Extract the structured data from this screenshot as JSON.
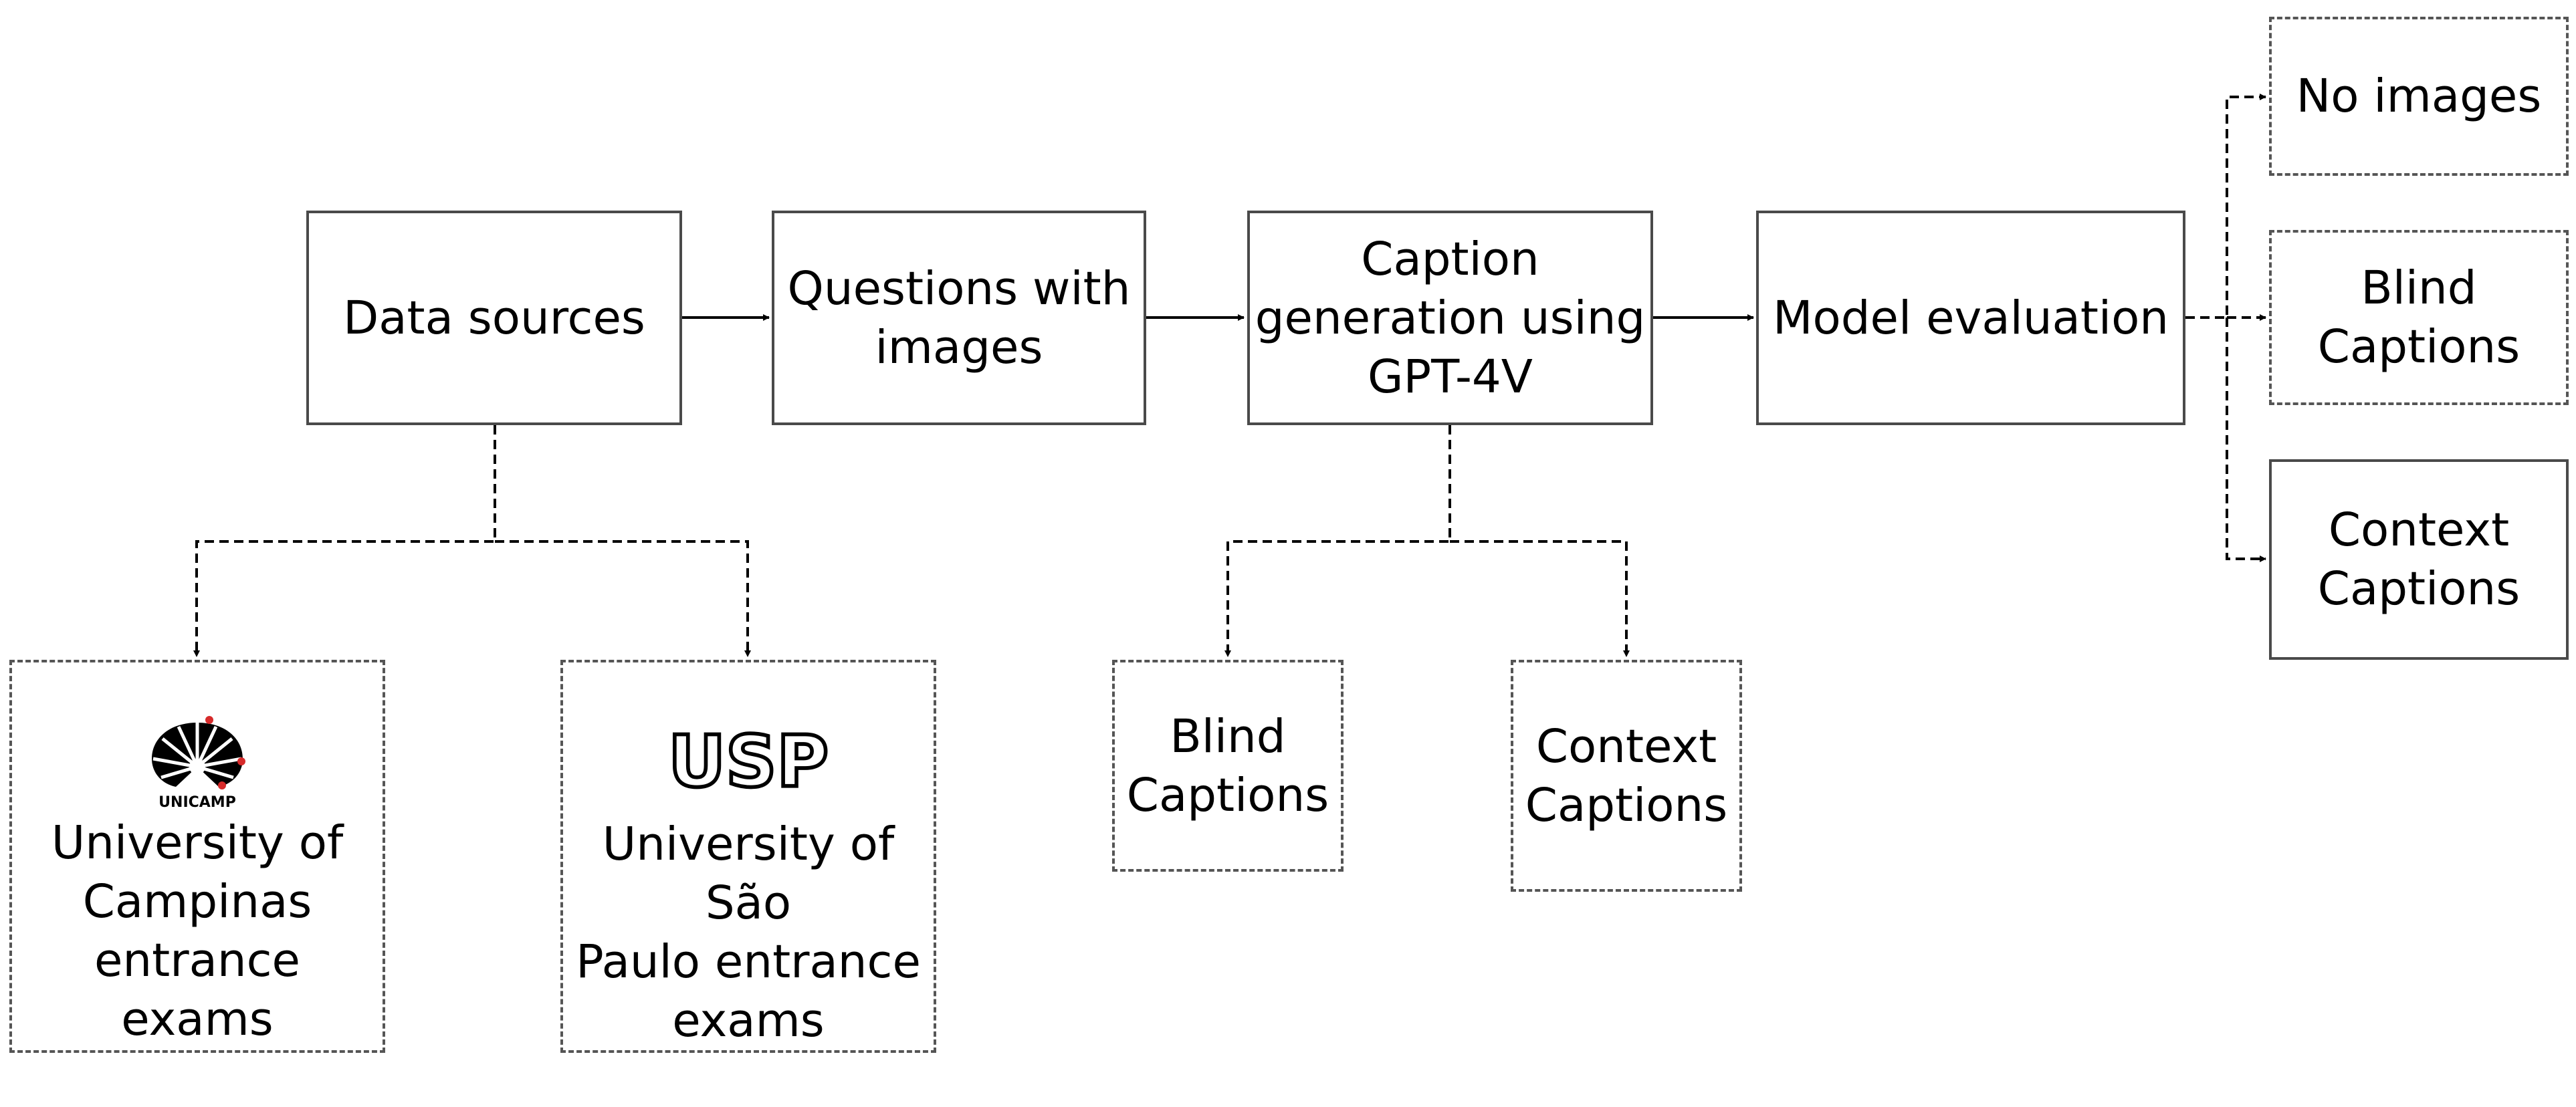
{
  "nodes": {
    "data_sources": "Data sources",
    "questions_with_images": "Questions with\nimages",
    "caption_generation": "Caption\ngeneration using\nGPT-4V",
    "model_evaluation": "Model evaluation",
    "no_images": "No images",
    "blind_captions_eval": "Blind\nCaptions",
    "context_captions_eval": "Context\nCaptions",
    "unicamp": "University of\nCampinas\nentrance exams",
    "usp": "University of São\nPaulo entrance\nexams",
    "blind_captions": "Blind\nCaptions",
    "context_captions": "Context\nCaptions"
  },
  "logos": {
    "unicamp": "UNICAMP",
    "usp": "USP"
  },
  "colors": {
    "border": "#4a4a4a",
    "arrow": "#000000",
    "unicamp_dots": "#d62a2a"
  },
  "icons": [
    "unicamp-logo-icon",
    "usp-logo-icon",
    "arrow-icon"
  ]
}
